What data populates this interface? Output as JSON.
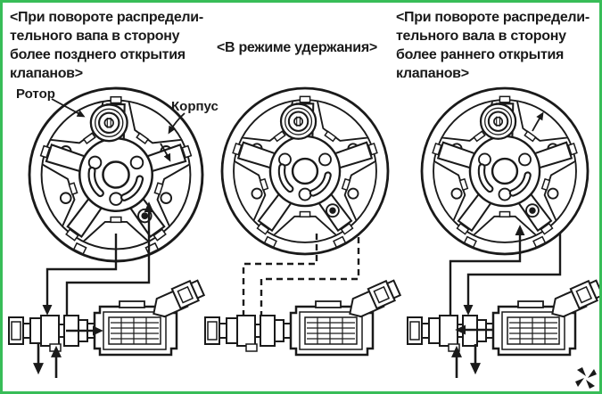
{
  "colors": {
    "border": "#38bd58",
    "ink": "#1a1a1a",
    "paper": "#ffffff"
  },
  "captions": {
    "left": {
      "lines": [
        "<При повороте распредели-",
        "тельного вапа в сторону",
        "более позднего открытия",
        "клапанов>"
      ]
    },
    "middle": {
      "text": "<В режиме удержания>"
    },
    "right": {
      "lines": [
        "<При повороте распредели-",
        "тельного вала в сторону",
        "более раннего открытия",
        "клапанов>"
      ]
    }
  },
  "labels": {
    "rotor": "Ротор",
    "housing": "Корпус"
  },
  "diagrams": {
    "left": {
      "oil_lines": "solid",
      "line_arrows": [
        "down-into-valve",
        "up-into-rotor"
      ],
      "spool_arrow": "right",
      "bottom_arrows": [
        "down",
        "up"
      ],
      "rotation_arrow": "clockwise-down"
    },
    "middle": {
      "oil_lines": "dashed",
      "line_arrows": [],
      "spool_arrow": "none",
      "bottom_arrows": [],
      "rotation_arrow": "none"
    },
    "right": {
      "oil_lines": "solid",
      "line_arrows": [
        "up-into-rotor",
        "down-into-valve"
      ],
      "spool_arrow": "left",
      "bottom_arrows": [
        "up",
        "down"
      ],
      "rotation_arrow": "counterclockwise-up"
    }
  },
  "icons": {
    "corner_mark": "pinwheel-cut-mark"
  }
}
